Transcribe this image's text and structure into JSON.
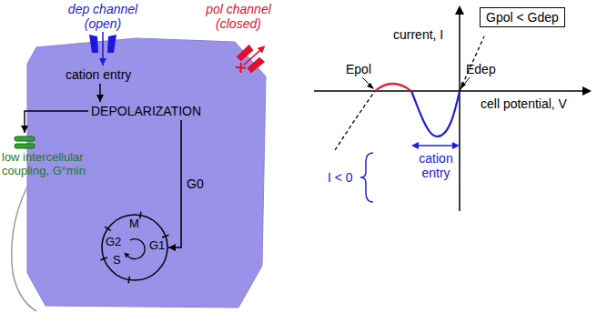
{
  "diagram": {
    "nodes": [
      {
        "text": [
          "dep channel (open)"
        ]
      },
      {
        "text": [
          "pol channel (closed)"
        ]
      },
      {
        "text": [
          "cation entry"
        ]
      },
      {
        "text": [
          "DEPOLARIZATION"
        ]
      },
      {
        "text": [
          "low intercellular coupling, G°min"
        ]
      },
      {
        "text": [
          "M",
          "G2",
          "S",
          "G1"
        ]
      },
      {
        "text": [
          "Gpol < Gdep"
        ]
      }
    ],
    "edges": [
      {
        "from": 0,
        "to": 2,
        "arrow": "to"
      },
      {
        "from": 2,
        "to": 3,
        "arrow": "to"
      },
      {
        "from": 3,
        "to": 4,
        "arrow": "to"
      },
      {
        "from": 3,
        "to": 5,
        "label": "G0",
        "arrow": "to"
      }
    ],
    "labels": [
      "current, I",
      "cell potential, V",
      "Epol",
      "Edep",
      "cation entry",
      "I < 0"
    ]
  }
}
